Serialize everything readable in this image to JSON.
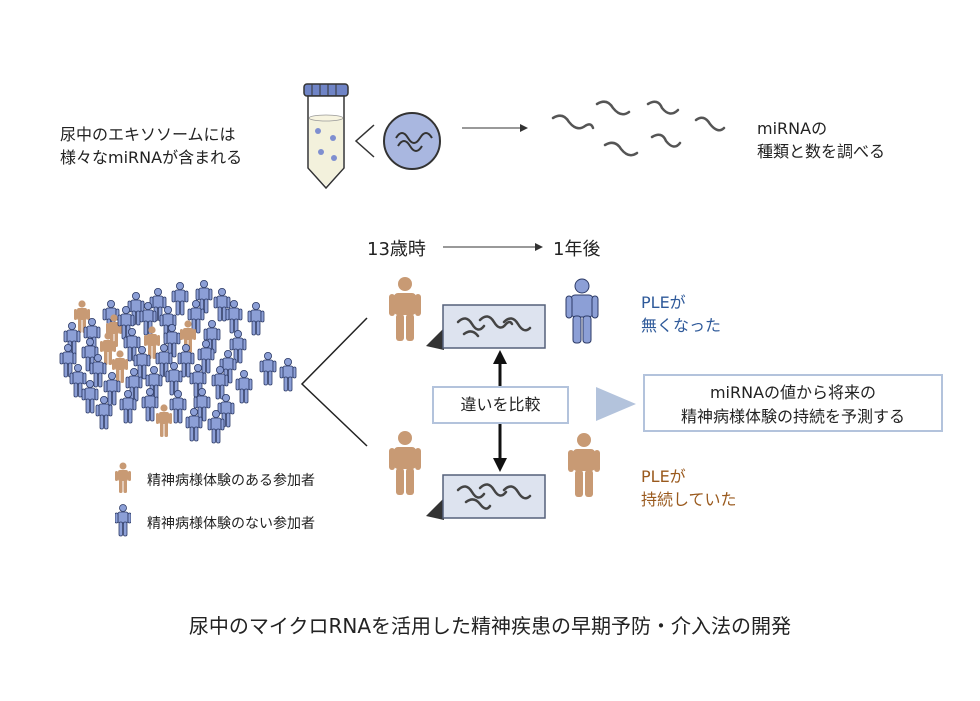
{
  "top": {
    "exosome_text": [
      "尿中のエキソソームには",
      "様々なmiRNAが含まれる"
    ],
    "mirna_text": [
      "miRNAの",
      "種類と数を調べる"
    ]
  },
  "timeline": {
    "start_label": "13歳時",
    "end_label": "1年後"
  },
  "outcomes": {
    "disappeared": [
      "PLEが",
      "無くなった"
    ],
    "persisted": [
      "PLEが",
      "持続していた"
    ]
  },
  "compare_label": "違いを比較",
  "predict_text": [
    "miRNAの値から将来の",
    "精神病様体験の持続を予測する"
  ],
  "legend": {
    "with_ple": "精神病様体験のある参加者",
    "without_ple": "精神病様体験のない参加者"
  },
  "title": "尿中のマイクロRNAを活用した精神疾患の早期予防・介入法の開発",
  "colors": {
    "with_ple": "#c89a74",
    "without_ple": "#8c9fd6",
    "blue_text": "#2f5a9a",
    "brown_text": "#9a5a1e",
    "box_border": "#b3c3dc",
    "panel_fill": "#dde3ef"
  }
}
